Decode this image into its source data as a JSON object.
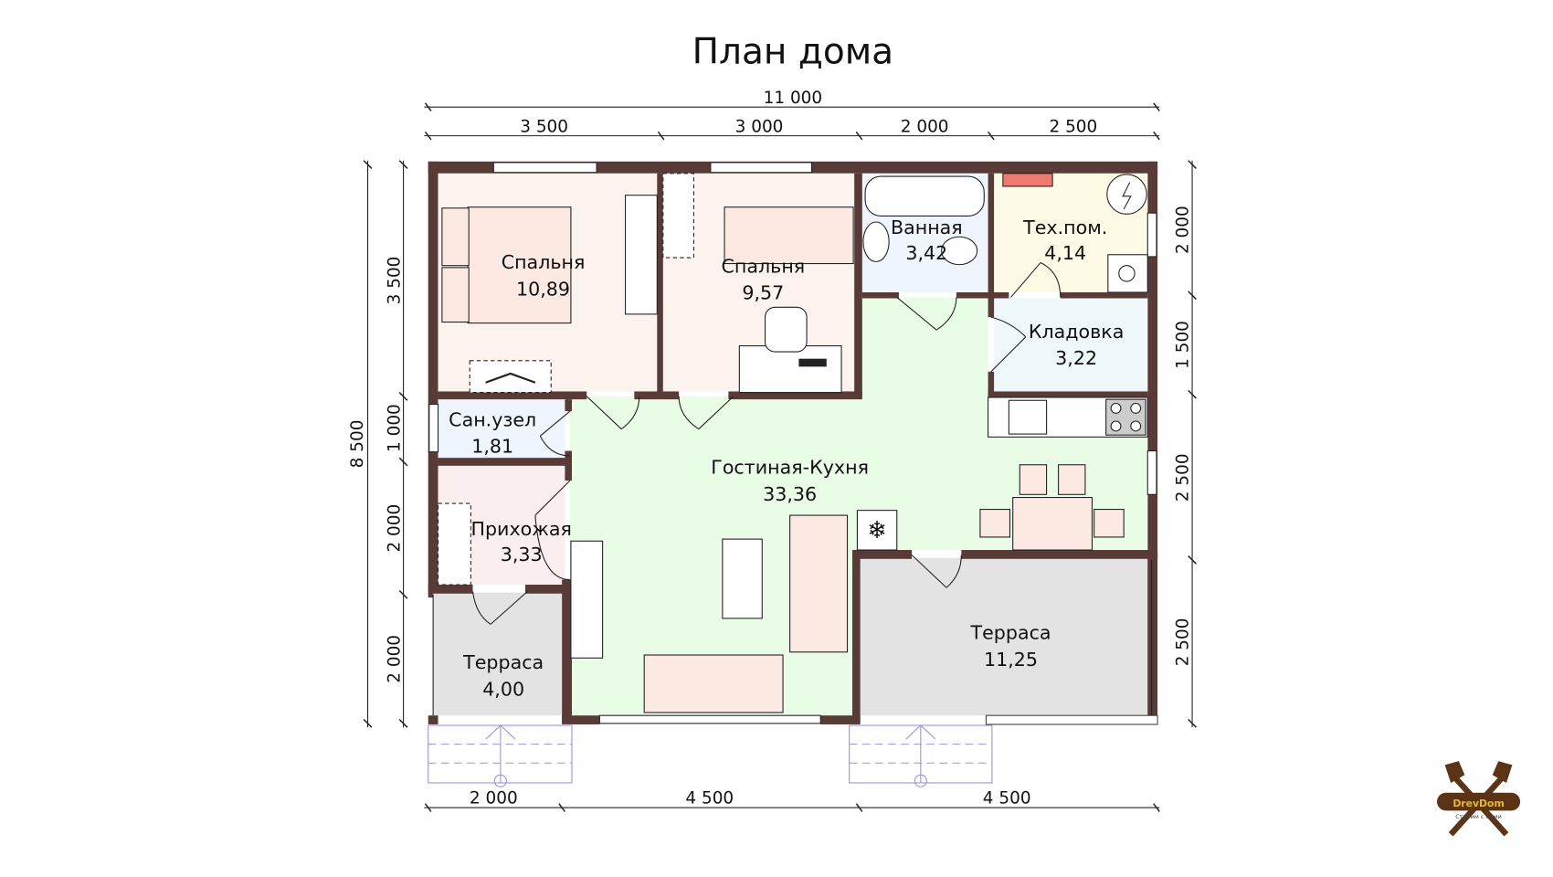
{
  "title": "План дома",
  "dimensions": {
    "top_total": "11 000",
    "top": [
      "3 500",
      "3 000",
      "2 000",
      "2 500"
    ],
    "left_total": "8 500",
    "left": [
      "3 500",
      "1 000",
      "2 000",
      "2 000"
    ],
    "right": [
      "2 000",
      "1 500",
      "2 500",
      "2 500"
    ],
    "bottom": [
      "2 000",
      "4 500",
      "4 500"
    ]
  },
  "rooms": [
    {
      "name": "Спальня",
      "area": "10,89"
    },
    {
      "name": "Спальня",
      "area": "9,57"
    },
    {
      "name": "Ванная",
      "area": "3,42"
    },
    {
      "name": "Тех.пом.",
      "area": "4,14"
    },
    {
      "name": "Кладовка",
      "area": "3,22"
    },
    {
      "name": "Сан.узел",
      "area": "1,81"
    },
    {
      "name": "Гостиная-Кухня",
      "area": "33,36"
    },
    {
      "name": "Прихожая",
      "area": "3,33"
    },
    {
      "name": "Терраса",
      "area": "4,00"
    },
    {
      "name": "Терраса",
      "area": "11,25"
    }
  ],
  "logo": {
    "brand": "DrevDom",
    "tagline": "Строим с нами"
  },
  "colors": {
    "wall": "#583a37",
    "bedroom": "#fdf3ee",
    "living": "#e9fce6",
    "bath": "#eef5fc",
    "tech": "#fdfbe6",
    "storage": "#eef7fa",
    "hallway": "#fbeeee",
    "terrace": "#e3e3e3"
  }
}
